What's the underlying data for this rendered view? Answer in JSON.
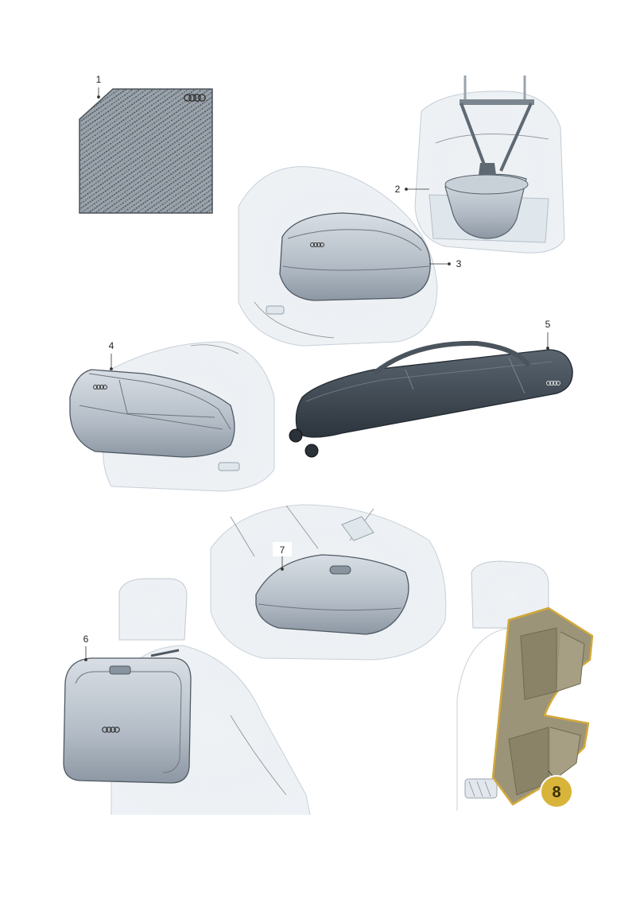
{
  "callouts": [
    {
      "number": "1",
      "part": "floor-mat"
    },
    {
      "number": "2",
      "part": "headrest-litter-bag"
    },
    {
      "number": "3",
      "part": "headrest-cool-bag"
    },
    {
      "number": "4",
      "part": "rear-seat-bag"
    },
    {
      "number": "5",
      "part": "ski-and-snowboard-bag"
    },
    {
      "number": "6",
      "part": "seat-back-bag"
    },
    {
      "number": "7",
      "part": "centre-armrest-bag"
    },
    {
      "number": "8",
      "part": "seat-back-organiser"
    }
  ],
  "highlighted": "8",
  "colors": {
    "bag_grey": "#b7c0c9",
    "bag_dark": "#3c4650",
    "interior_ghost": "#e7edf2",
    "highlight_fill": "#9c9478",
    "highlight_outline": "#d1a93a",
    "badge_fill": "#d8b43a",
    "mat_fill": "#9aa3ab"
  }
}
